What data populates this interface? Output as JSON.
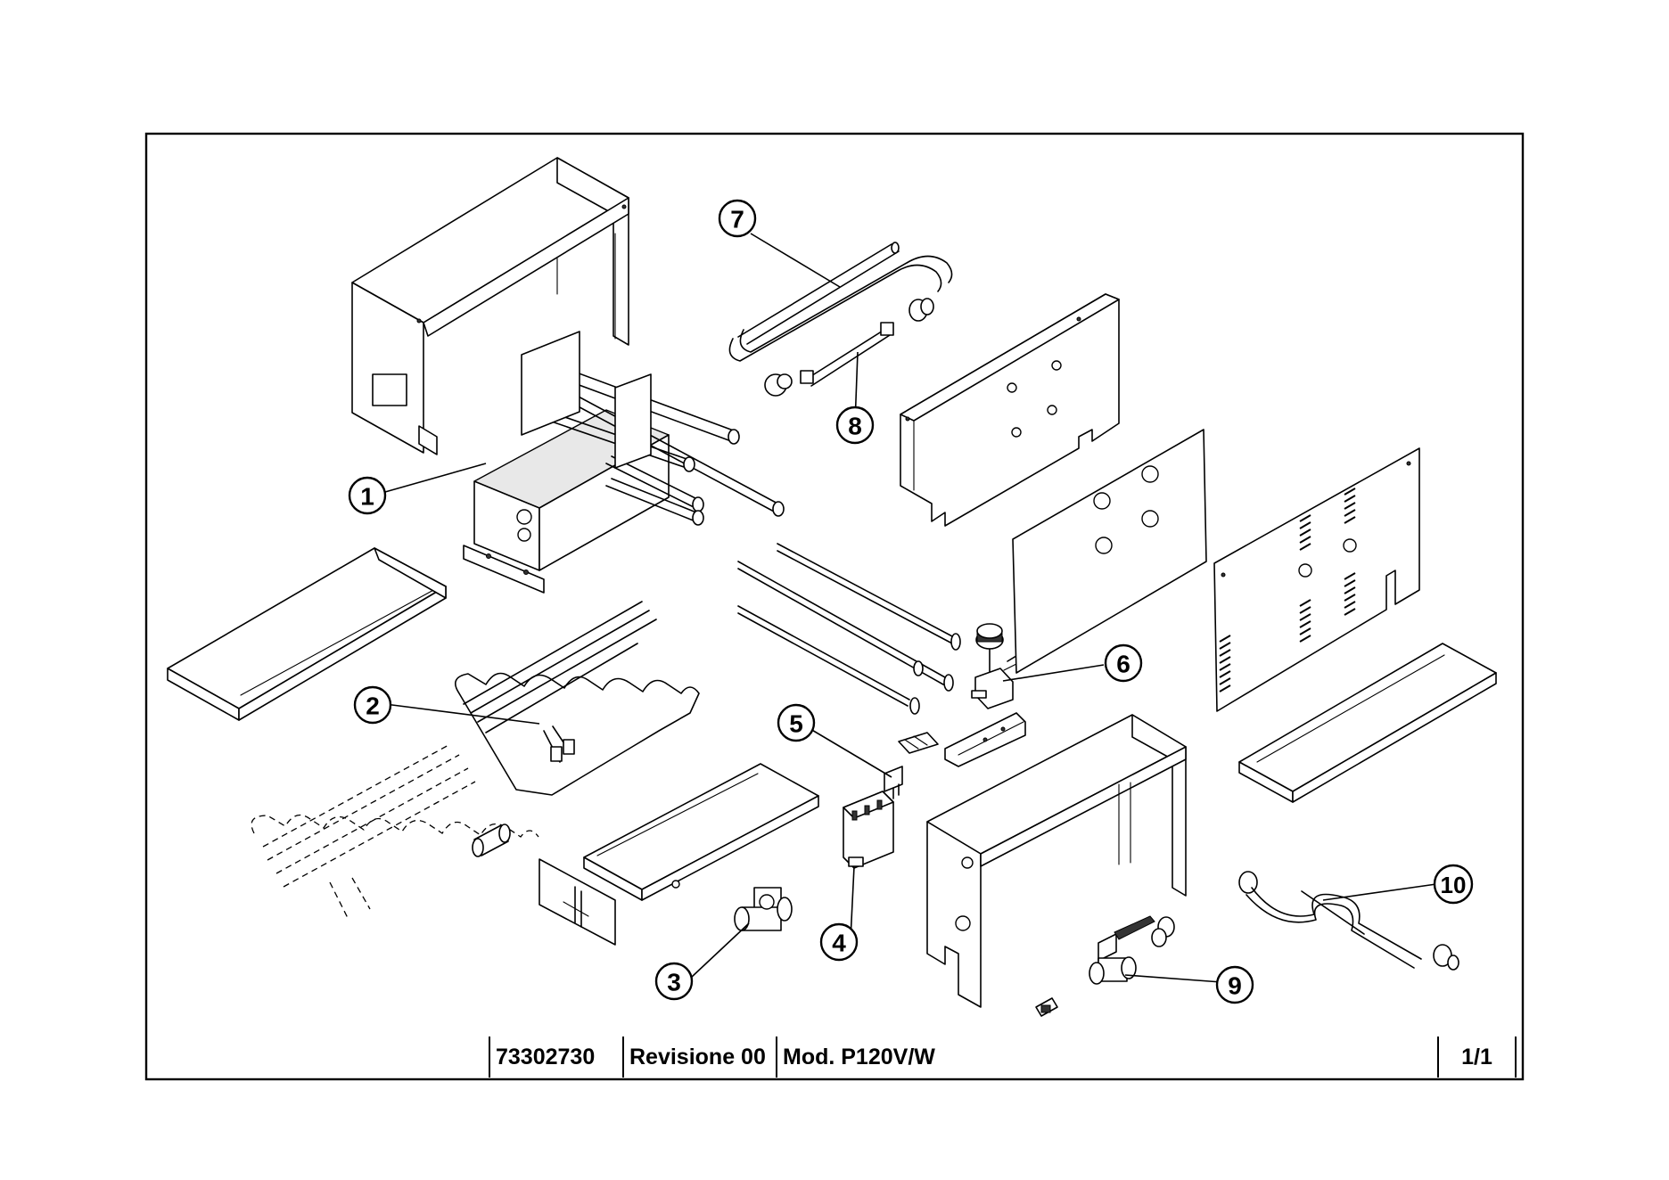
{
  "title_block": {
    "drawing_number": "73302730",
    "revision": "Revisione 00",
    "model": "Mod. P120V/W",
    "sheet": "1/1"
  },
  "callouts": [
    {
      "id": "callout-1",
      "label": "1"
    },
    {
      "id": "callout-2",
      "label": "2"
    },
    {
      "id": "callout-3",
      "label": "3"
    },
    {
      "id": "callout-4",
      "label": "4"
    },
    {
      "id": "callout-5",
      "label": "5"
    },
    {
      "id": "callout-6",
      "label": "6"
    },
    {
      "id": "callout-7",
      "label": "7"
    },
    {
      "id": "callout-8",
      "label": "8"
    },
    {
      "id": "callout-9",
      "label": "9"
    },
    {
      "id": "callout-10",
      "label": "10"
    }
  ]
}
